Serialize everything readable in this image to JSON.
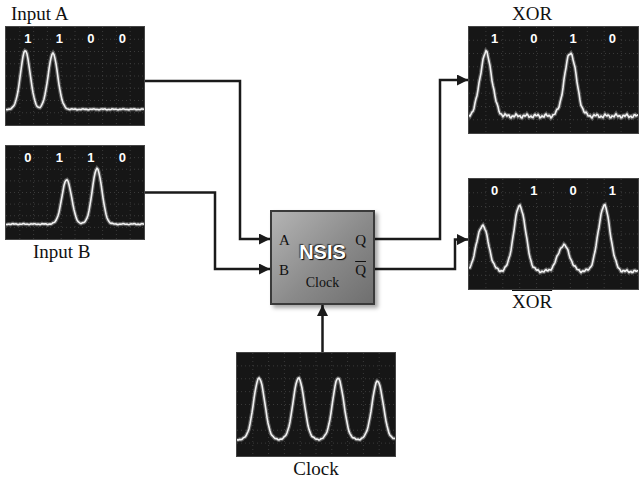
{
  "diagram": {
    "nodes": [
      {
        "text": [
          "Input A",
          "1",
          "1",
          "0",
          "0"
        ]
      },
      {
        "text": [
          "0",
          "1",
          "1",
          "0",
          "Input B"
        ]
      },
      {
        "text": [
          "NSIS",
          "A",
          "B",
          "Q",
          "Q",
          "Clock"
        ]
      },
      {
        "text": [
          "XOR",
          "1",
          "0",
          "1",
          "0"
        ]
      },
      {
        "text": [
          "0",
          "1",
          "0",
          "1",
          "XOR"
        ]
      },
      {
        "text": [
          "Clock"
        ]
      }
    ],
    "edges": [
      {
        "from": 0,
        "to": 2,
        "arrow": "to"
      },
      {
        "from": 1,
        "to": 2,
        "arrow": "to"
      },
      {
        "from": 5,
        "to": 2,
        "arrow": "to"
      },
      {
        "from": 2,
        "to": 3,
        "arrow": "to"
      },
      {
        "from": 2,
        "to": 4,
        "arrow": "to"
      }
    ]
  }
}
